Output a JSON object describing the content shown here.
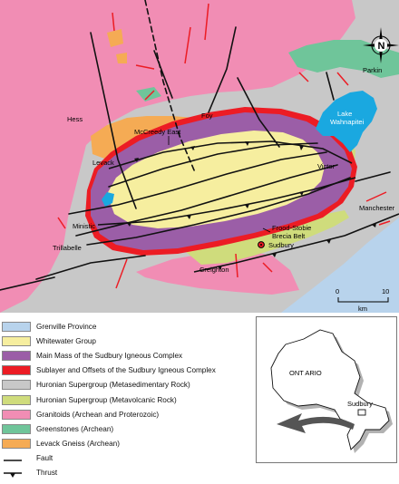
{
  "map": {
    "places": {
      "parkin": "Parkin",
      "hess": "Hess",
      "foy": "Foy",
      "mccreedy": "McCreedy East",
      "lake": [
        "Lake",
        "Wahnapitei"
      ],
      "levack": "Levack",
      "victor": "Victor",
      "manchester": "Manchester",
      "ministic": "Ministic",
      "frood": [
        "Frood-Stobie",
        "Brecia Belt"
      ],
      "trillabelle": "Trillabelle",
      "sudbury": "Sudbury",
      "creighton": "Creighton"
    },
    "north": "N",
    "scale": {
      "start": "0",
      "end": "10",
      "unit": "km"
    }
  },
  "colors": {
    "grenville": "#b8d3ec",
    "whitewater": "#f6ee9f",
    "main_mass": "#9b5ea7",
    "sublayer": "#ec1c24",
    "metasedimentary": "#c8c8c8",
    "metavolcanic": "#cfdc7c",
    "granitoids": "#f18db4",
    "greenstones": "#6fc59a",
    "levack_gneiss": "#f5ab54",
    "water": "#1aa8e0"
  },
  "legend": [
    {
      "label": "Grenville Province",
      "color": "#b8d3ec"
    },
    {
      "label": "Whitewater Group",
      "color": "#f6ee9f"
    },
    {
      "label": "Main Mass of the Sudbury Igneous Complex",
      "color": "#9b5ea7"
    },
    {
      "label": "Sublayer and Offsets of the Sudbury Igneous Complex",
      "color": "#ec1c24"
    },
    {
      "label": "Huronian Supergroup (Metasedimentary Rock)",
      "color": "#c8c8c8"
    },
    {
      "label": "Huronian Supergroup (Metavolcanic Rock)",
      "color": "#cfdc7c"
    },
    {
      "label": "Granitoids (Archean and Proterozoic)",
      "color": "#f18db4"
    },
    {
      "label": "Greenstones (Archean)",
      "color": "#6fc59a"
    },
    {
      "label": "Levack Gneiss (Archean)",
      "color": "#f5ab54"
    }
  ],
  "legend_lines": {
    "fault": "Fault",
    "thrust": "Thrust"
  },
  "inset": {
    "province": "ONT ARIO",
    "city": "Sudbury"
  }
}
